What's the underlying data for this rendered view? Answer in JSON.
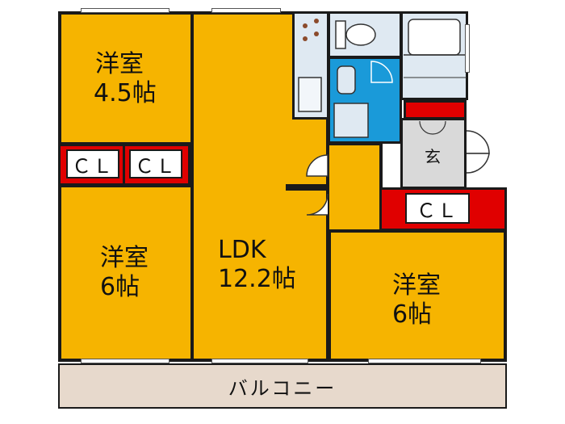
{
  "rooms": {
    "western_top": {
      "name": "洋室",
      "size": "4.5帖"
    },
    "western_left": {
      "name": "洋室",
      "size": "6帖"
    },
    "ldk": {
      "name": "LDK",
      "size": "12.2帖"
    },
    "western_right": {
      "name": "洋室",
      "size": "6帖"
    },
    "entrance": {
      "name": "玄"
    }
  },
  "closets": {
    "cl1": "ＣＬ",
    "cl2": "ＣＬ",
    "cl3": "ＣＬ"
  },
  "balcony": "バルコニー",
  "colors": {
    "room": "#f6b400",
    "closet": "#e00000",
    "bath": "#dfe9f2",
    "washroom": "#1a9ad9",
    "entrance": "#d9d9d9",
    "balcony": "#e7d9cc"
  }
}
